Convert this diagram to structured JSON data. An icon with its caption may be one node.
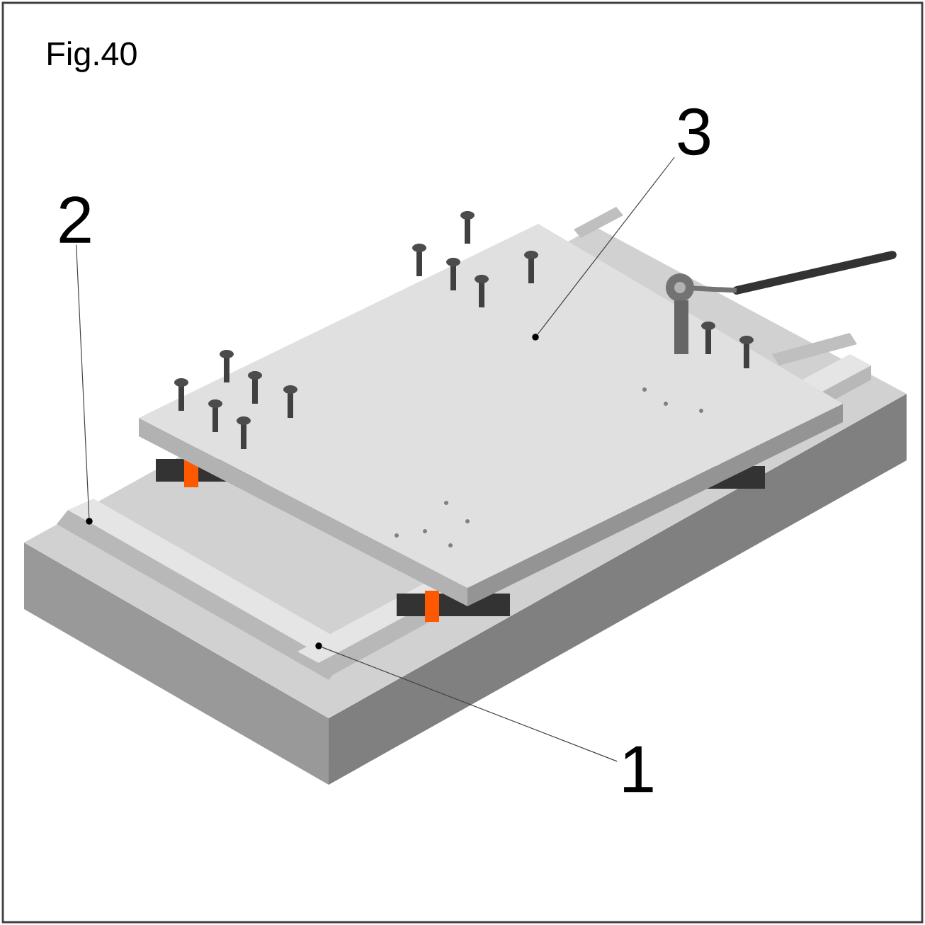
{
  "diagram": {
    "nodes": [
      {
        "text": [
          "3"
        ]
      },
      {
        "text": [
          "2"
        ]
      },
      {
        "text": [
          "1"
        ]
      },
      {
        "text": [],
        "shape": "circle"
      },
      {
        "text": [],
        "shape": "circle"
      },
      {
        "text": [],
        "shape": "circle"
      }
    ],
    "edges": [
      {
        "from": 0,
        "to": 3,
        "arrow": "none"
      },
      {
        "from": 1,
        "to": 4,
        "arrow": "none"
      },
      {
        "from": 2,
        "to": 5,
        "arrow": "none"
      }
    ],
    "labels": [
      "Fig.40"
    ]
  }
}
